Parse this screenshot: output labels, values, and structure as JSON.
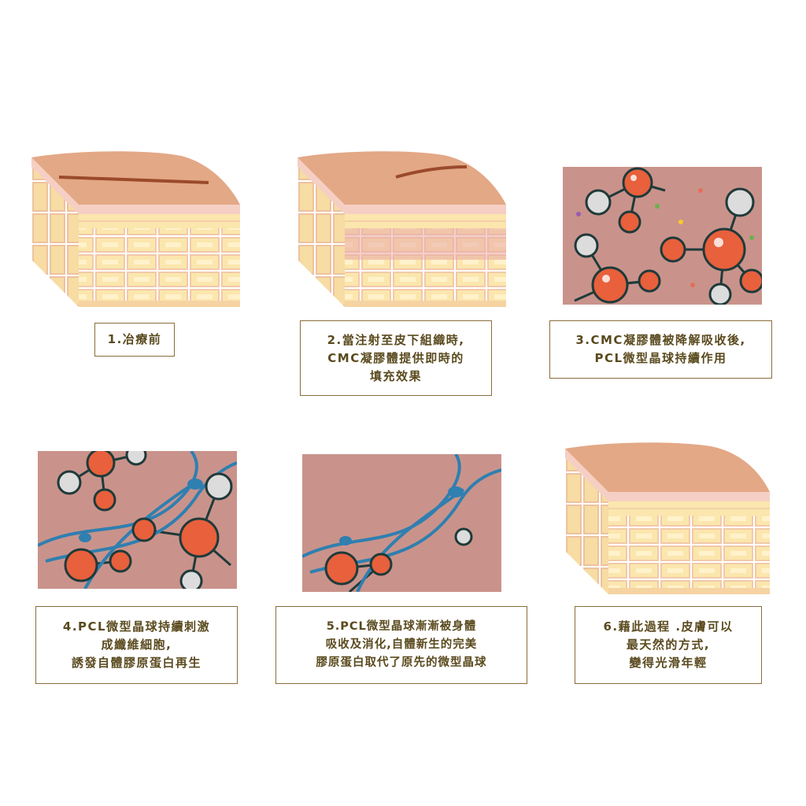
{
  "steps": [
    {
      "lines": [
        "1.冶療前"
      ]
    },
    {
      "lines": [
        "2.當注射至皮下組織時,",
        "CMC凝膠體提供即時的",
        "填充效果"
      ]
    },
    {
      "lines": [
        "3.CMC凝膠體被降解吸收後,",
        "PCL微型晶球持續作用"
      ]
    },
    {
      "lines": [
        "4.PCL微型晶球持續刺激",
        "成纖維細胞,",
        "誘發自體膠原蛋白再生"
      ]
    },
    {
      "lines": [
        "5.PCL微型晶球漸漸被身體",
        "吸收及消化,自體新生的完美",
        "膠原蛋白取代了原先的微型晶球"
      ]
    },
    {
      "lines": [
        "6.藉此過程 .皮膚可以",
        "最天然的方式,",
        "變得光滑年輕"
      ]
    }
  ],
  "colors": {
    "skin_top": "#e3a886",
    "epidermis": "#f6cfc4",
    "fat": "#fbe6ad",
    "tissue_bg": "#c9938b",
    "sphere_orange": "#e8603c",
    "sphere_white": "#dcdcdc",
    "fiber_blue": "#2f7fb0",
    "caption_border": "#8a6d3b",
    "caption_text": "#5a4a1e"
  }
}
